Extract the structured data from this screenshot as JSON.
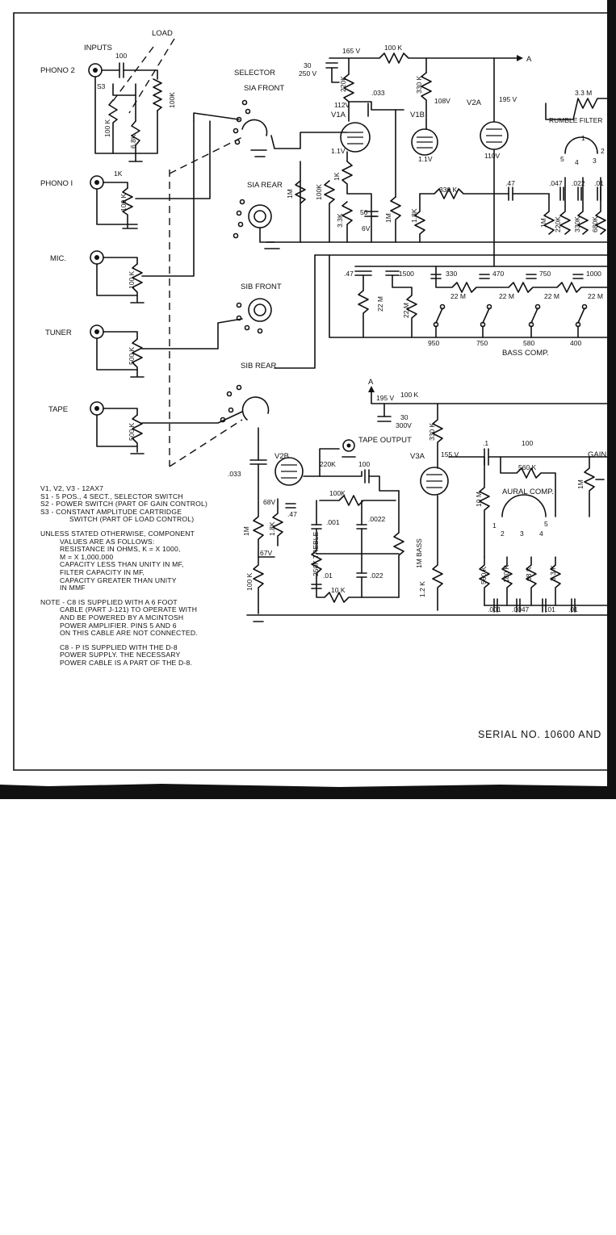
{
  "inputs": {
    "heading": "INPUTS",
    "load_label": "LOAD",
    "selector_label": "SELECTOR",
    "jacks": [
      "PHONO 2",
      "PHONO I",
      "MIC.",
      "TUNER",
      "TAPE"
    ]
  },
  "switch_labels": [
    "SIA FRONT",
    "SIA REAR",
    "SIB FRONT",
    "SIB REAR"
  ],
  "tubes": [
    "V1A",
    "V1B",
    "V2A",
    "V2B",
    "V3A"
  ],
  "voltages": [
    "165 V",
    "112V",
    "108V",
    "195 V",
    "1.1V",
    "1.1V",
    "110V",
    "195 V",
    "155 V",
    "68V",
    "67V",
    "6V"
  ],
  "components": [
    "100",
    "S3",
    "100 K",
    "6.8K",
    "100K",
    "1K",
    "100 K",
    "100 K",
    "500 K",
    "500 K",
    "30",
    "250 V",
    "220K",
    "100 K",
    "330 K",
    ".033",
    "1M",
    "100K",
    "1K",
    "3.3K",
    "50",
    "1M",
    "1.8K",
    "330 K",
    ".47",
    "3.3 M"
  ],
  "rumble_filter": {
    "label": "RUMBLE FILTER",
    "values": [
      ".047",
      "1M",
      "220K",
      ".022",
      "330K",
      ".01",
      "680K"
    ],
    "positions": [
      "1",
      "2",
      "3",
      "4",
      "5"
    ]
  },
  "bass_comp": {
    "label": "BASS COMP.",
    "caps": [
      ".47",
      "1500",
      "330",
      "470",
      "750",
      "1000"
    ],
    "resistors": [
      "22 M",
      "22 M",
      "22 M",
      "22 M",
      "22 M",
      "22 M"
    ],
    "positions": [
      "950",
      "750",
      "580",
      "400"
    ]
  },
  "tape_output": "TAPE OUTPUT",
  "lower_components": [
    "100 K",
    "30",
    "300V",
    "330 K",
    ".1",
    "100",
    "560 K",
    "GAIN",
    "1M",
    "220K",
    "100",
    "100K",
    ".001",
    ".0022",
    "250K TREBLE",
    "1M BASS",
    ".01",
    ".022",
    "10 K",
    "1.2 K",
    ".033",
    "1M",
    "1.8K",
    ".47",
    "100 K"
  ],
  "aural_comp": {
    "label": "AURAL COMP.",
    "positions": [
      "1",
      "2",
      "3",
      "4",
      "5"
    ],
    "resistors": [
      "10 M",
      "560 K",
      "180 K",
      "68 K",
      "3.3 K"
    ],
    "caps": [
      ".001",
      ".0047",
      ".01",
      ".01"
    ]
  },
  "notes": {
    "tubes": "V1, V2, V3 - 12AX7",
    "s1": "S1 - 5 POS., 4 SECT., SELECTOR SWITCH",
    "s2": "S2 - POWER SWITCH (PART OF GAIN CONTROL)",
    "s3a": "S3 - CONSTANT AMPLITUDE CARTRIDGE",
    "s3b": "SWITCH (PART OF LOAD CONTROL)",
    "u1": "UNLESS STATED OTHERWISE, COMPONENT",
    "u2": "VALUES ARE AS FOLLOWS:",
    "u3": "RESISTANCE IN OHMS, K = X 1000,",
    "u4": "M = X 1,000,000",
    "u5": "CAPACITY LESS THAN UNITY IN MF,",
    "u6": "FILTER CAPACITY IN MF,",
    "u7": "CAPACITY GREATER THAN UNITY",
    "u8": "IN MMF",
    "n1": "NOTE - C8 IS SUPPLIED WITH A 6 FOOT",
    "n2": "CABLE (PART J-121) TO OPERATE WITH",
    "n3": "AND BE POWERED BY A McINTOSH",
    "n4": "POWER AMPLIFIER. PINS 5 AND 6",
    "n5": "ON THIS CABLE ARE NOT CONNECTED.",
    "n6": "C8 - P IS SUPPLIED WITH THE D-8",
    "n7": "POWER SUPPLY. THE NECESSARY",
    "n8": "POWER CABLE IS A PART OF THE D-8."
  },
  "serial": "SERIAL NO. 10600 AND",
  "node_a": "A"
}
